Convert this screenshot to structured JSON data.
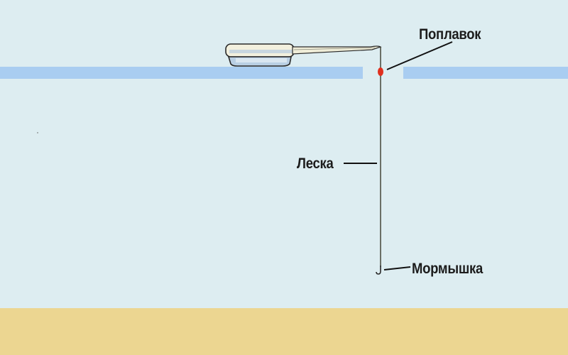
{
  "diagram": {
    "labels": {
      "float": "Поплавок",
      "line": "Леска",
      "jig": "Мормышка"
    },
    "colors": {
      "water": "#ddedf1",
      "ice": "#a9cdf1",
      "ground": "#ecd691",
      "line": "#3a3a2a",
      "float": "#e0301e",
      "pointer": "#111111"
    },
    "parts": [
      "fishing-rod",
      "ice-hole",
      "float",
      "line",
      "jig"
    ]
  }
}
